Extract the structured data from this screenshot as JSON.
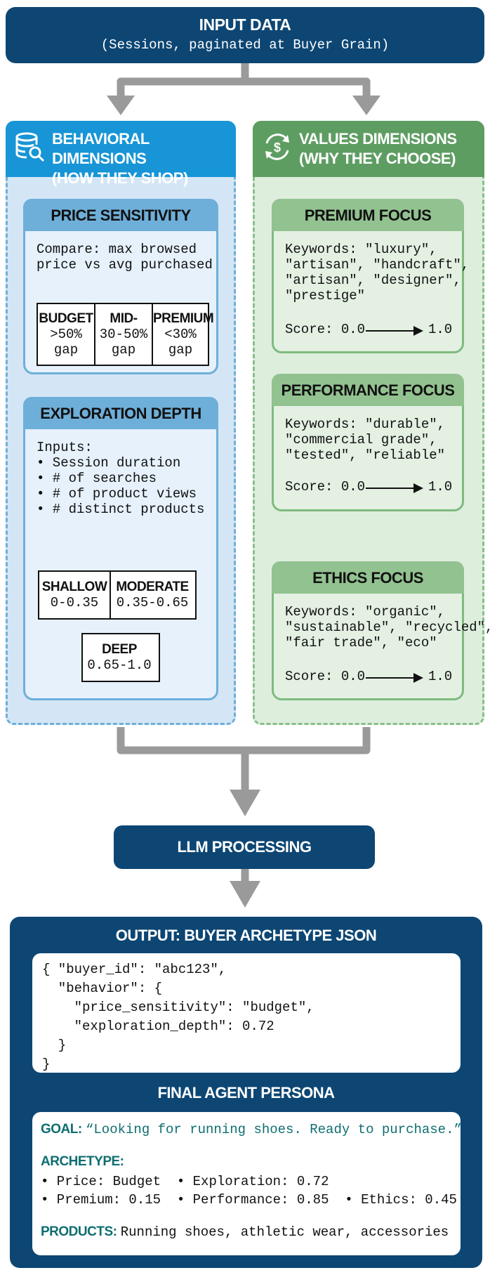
{
  "input": {
    "title": "INPUT DATA",
    "subtitle": "(Sessions, paginated at Buyer Grain)"
  },
  "behavioral": {
    "title_line1": "BEHAVIORAL DIMENSIONS",
    "title_line2": "(HOW THEY SHOP)",
    "icon": "database-search-icon",
    "price": {
      "title": "PRICE SENSITIVITY",
      "text": "Compare: max browsed\nprice vs avg purchased",
      "cells": [
        {
          "label": "BUDGET",
          "value": ">50%\ngap"
        },
        {
          "label": "MID-",
          "value": "30-50%\ngap"
        },
        {
          "label": "PREMIUM",
          "value": "<30%\ngap"
        }
      ]
    },
    "exploration": {
      "title": "EXPLORATION DEPTH",
      "text": "Inputs:\n• Session duration\n• # of searches\n• # of product views\n• # distinct products",
      "cells": [
        {
          "label": "SHALLOW",
          "value": "0-0.35"
        },
        {
          "label": "MODERATE",
          "value": "0.35-0.65"
        }
      ],
      "deep": {
        "label": "DEEP",
        "value": "0.65-1.0"
      }
    }
  },
  "values": {
    "title_line1": "VALUES DIMENSIONS",
    "title_line2": "(WHY THEY CHOOSE)",
    "icon": "dollar-cycle-icon",
    "premium": {
      "title": "PREMIUM FOCUS",
      "text": "Keywords: \"luxury\",\n\"artisan\", \"handcraft\",\n\"artisan\", \"designer\",\n\"prestige\"",
      "score_label": "Score: 0.0",
      "score_max": "1.0"
    },
    "performance": {
      "title": "PERFORMANCE FOCUS",
      "text": "Keywords: \"durable\",\n\"commercial grade\",\n\"tested\", \"reliable\"",
      "score_label": "Score: 0.0",
      "score_max": "1.0"
    },
    "ethics": {
      "title": "ETHICS FOCUS",
      "text": "Keywords: \"organic\",\n\"sustainable\", \"recycled\",\n\"fair trade\", \"eco\"",
      "score_label": "Score: 0.0",
      "score_max": "1.0"
    }
  },
  "llm": {
    "label": "LLM PROCESSING"
  },
  "output": {
    "title": "OUTPUT: BUYER ARCHETYPE JSON",
    "json": "{ \"buyer_id\": \"abc123\",\n  \"behavior\": {\n    \"price_sensitivity\": \"budget\",\n    \"exploration_depth\": 0.72\n  }\n}",
    "persona_title": "FINAL AGENT PERSONA",
    "goal_label": "GOAL:",
    "goal_text": "“Looking for running shoes. Ready to purchase.”",
    "archetype_label": "ARCHETYPE:",
    "archetype_line1": "• Price: Budget  • Exploration: 0.72",
    "archetype_line2": "• Premium: 0.15  • Performance: 0.85  • Ethics: 0.45",
    "products_label": "PRODUCTS:",
    "products_text": "Running shoes, athletic wear, accessories"
  },
  "colors": {
    "navy": "#0d4673",
    "behavioral_header": "#1795d6",
    "values_header": "#5e9d62",
    "connector": "#9a9a9a",
    "persona_label": "#0f6e70"
  }
}
